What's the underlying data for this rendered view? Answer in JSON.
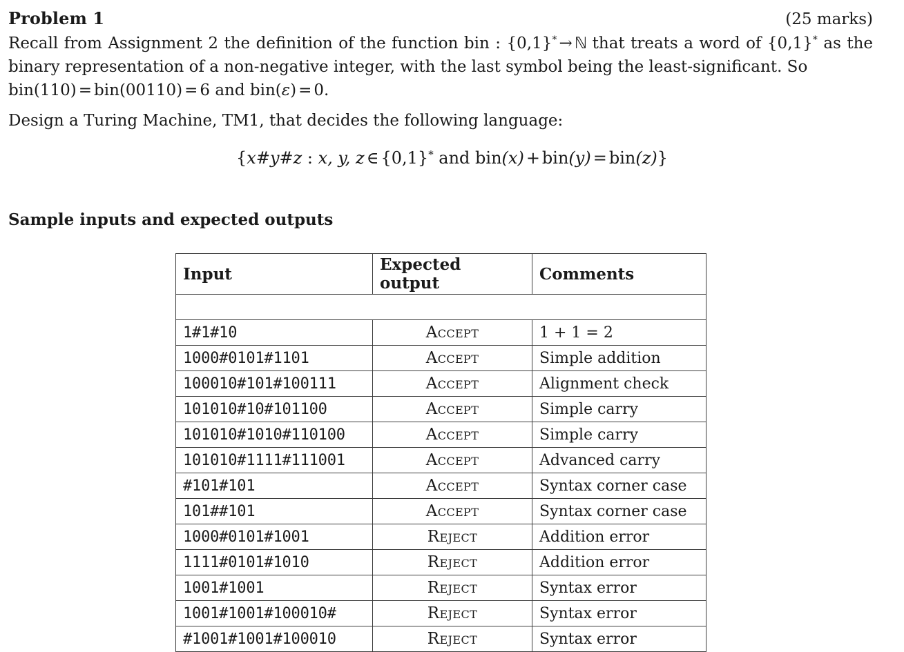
{
  "problem": {
    "title": "Problem 1",
    "marks": "(25 marks)",
    "paragraph_recall": "Recall from Assignment 2 the definition of the function bin : {0,1}* → ℕ that treats a word of {0,1}* as the binary representation of a non-negative integer, with the last symbol being the least-significant. So bin(110) = bin(00110) = 6 and bin(ε) = 0.",
    "paragraph_design": "Design a Turing Machine, TM1, that decides the following language:",
    "recall_parts": {
      "t1": "Recall from Assignment ",
      "n2": "2",
      "t2": " the definition of the function ",
      "binfn": "bin",
      "colon": " : ",
      "set1_open": "{0,",
      "set1_one": "1}",
      "star1": "*",
      "arrow": "→",
      "nat": "ℕ",
      "t3": " that treats a word of ",
      "set2_open": "{0,",
      "set2_one": "1}",
      "star2": "*",
      "t4": "as the binary representation of a non-negative integer, with the last symbol being the least-significant. So",
      "eq_bin1": "bin",
      "eq_a": "(110)",
      "eq_eq1": "=",
      "eq_bin2": "bin",
      "eq_b": "(00110)",
      "eq_eq2": "=",
      "eq_six": "6",
      "eq_and": "and",
      "eq_bin3": "bin",
      "eq_eps_open": "(",
      "eq_eps": "ε",
      "eq_eps_close": ")",
      "eq_eq3": "=",
      "eq_zero": "0."
    },
    "display_math": {
      "open_brace": "{",
      "x": "x",
      "hash1": "#",
      "y": "y",
      "hash2": "#",
      "z": "z",
      "colon": " : ",
      "vars": "x, y, z",
      "in": "∈",
      "set_open": "{0,",
      "set_one": "1}",
      "star": "*",
      "and": "and",
      "bin1": "bin",
      "px": "(x)",
      "plus": "+",
      "bin2": "bin",
      "py": "(y)",
      "eq": "=",
      "bin3": "bin",
      "pz": "(z)",
      "close_brace": "}"
    }
  },
  "sample_section": {
    "heading": "Sample inputs and expected outputs",
    "table": {
      "columns": [
        "Input",
        "Expected output",
        "Comments"
      ],
      "rows": [
        {
          "input": "1#1#10",
          "output": "Accept",
          "comment": "1 + 1 = 2",
          "comment_is_math": true
        },
        {
          "input": "1000#0101#1101",
          "output": "Accept",
          "comment": "Simple addition",
          "comment_is_math": false
        },
        {
          "input": "100010#101#100111",
          "output": "Accept",
          "comment": "Alignment check",
          "comment_is_math": false
        },
        {
          "input": "101010#10#101100",
          "output": "Accept",
          "comment": "Simple carry",
          "comment_is_math": false
        },
        {
          "input": "101010#1010#110100",
          "output": "Accept",
          "comment": "Simple carry",
          "comment_is_math": false
        },
        {
          "input": "101010#1111#111001",
          "output": "Accept",
          "comment": "Advanced carry",
          "comment_is_math": false
        },
        {
          "input": "#101#101",
          "output": "Accept",
          "comment": "Syntax corner case",
          "comment_is_math": false
        },
        {
          "input": "101##101",
          "output": "Accept",
          "comment": "Syntax corner case",
          "comment_is_math": false
        },
        {
          "input": "1000#0101#1001",
          "output": "Reject",
          "comment": "Addition error",
          "comment_is_math": false
        },
        {
          "input": "1111#0101#1010",
          "output": "Reject",
          "comment": "Addition error",
          "comment_is_math": false
        },
        {
          "input": "1001#1001",
          "output": "Reject",
          "comment": "Syntax error",
          "comment_is_math": false
        },
        {
          "input": "1001#1001#100010#",
          "output": "Reject",
          "comment": "Syntax error",
          "comment_is_math": false
        },
        {
          "input": "#1001#1001#100010",
          "output": "Reject",
          "comment": "Syntax error",
          "comment_is_math": false
        }
      ]
    }
  }
}
